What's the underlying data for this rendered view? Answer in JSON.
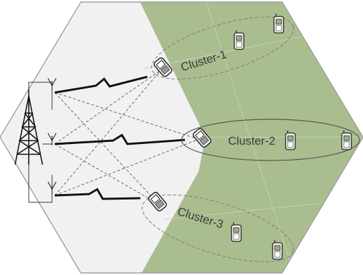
{
  "clusters": [
    {
      "label": "Cluster-1"
    },
    {
      "label": "Cluster-2"
    },
    {
      "label": "Cluster-3"
    }
  ],
  "colors": {
    "hexagon_light": "#f1f1f2",
    "hexagon_green": "#a9bd8f",
    "outline": "#8a8a8a",
    "link": "#1a1a1a",
    "phone_body": "#f3f3f3",
    "phone_green": "#9ab57a"
  },
  "icons": [
    "cell-tower-icon",
    "base-station-antenna-icon",
    "mobile-phone-icon",
    "wireless-link-icon"
  ]
}
